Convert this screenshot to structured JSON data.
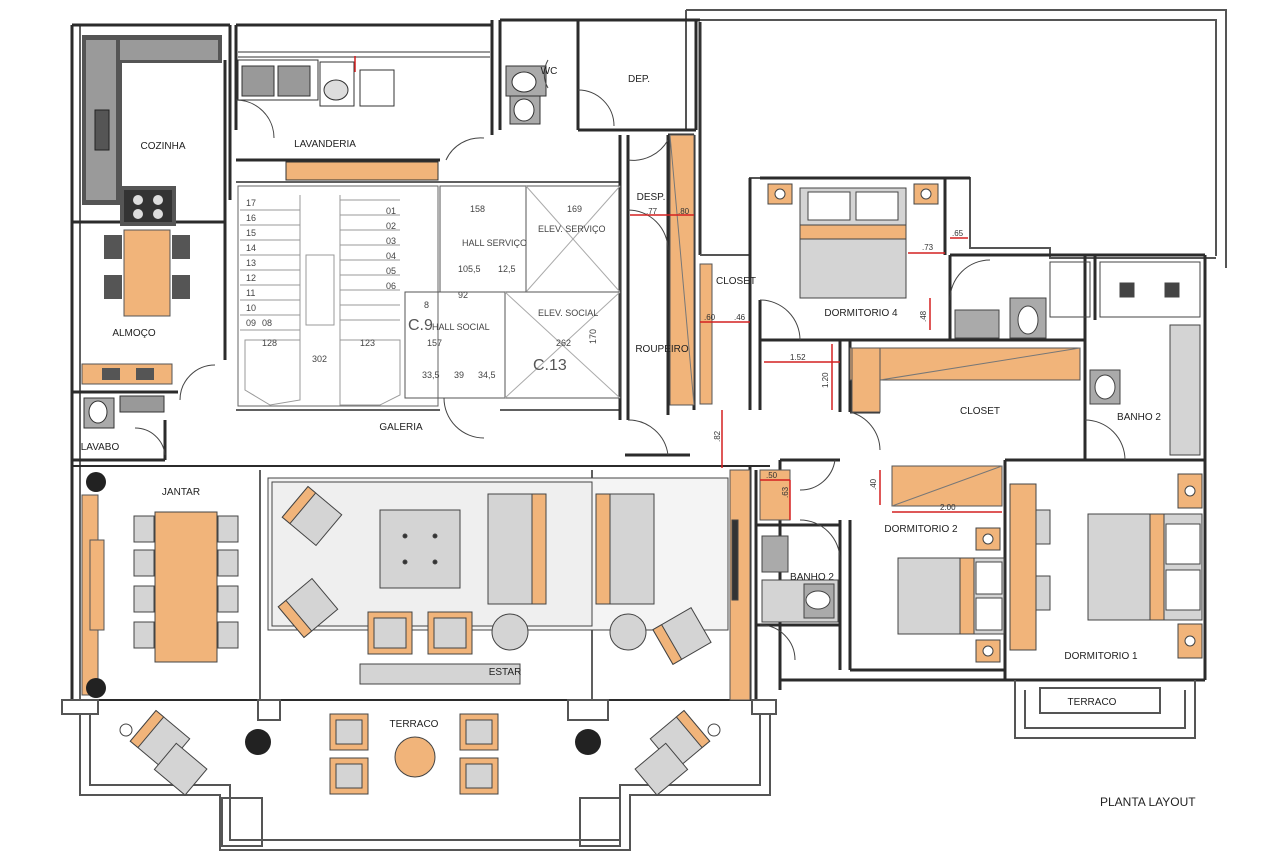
{
  "title": "PLANTA LAYOUT",
  "colors": {
    "wall": "#2b2b2b",
    "wood": "#f1b47a",
    "furniture": "#d4d4d4",
    "outline": "#555555"
  },
  "rooms": {
    "cozinha": "COZINHA",
    "lavanderia": "LAVANDERIA",
    "wc": "WC",
    "dep": "DEP.",
    "almoco": "ALMOÇO",
    "lavabo": "LAVABO",
    "galeria": "GALERIA",
    "desp": "DESP.",
    "roupeiro": "ROUPEIRO",
    "closet_top": "CLOSET",
    "dormitorio4": "DORMITORIO 4",
    "closet_mid": "CLOSET",
    "banho2_right": "BANHO 2",
    "jantar": "JANTAR",
    "estar": "ESTAR",
    "dormitorio2": "DORMITORIO 2",
    "banho2_left": "BANHO 2",
    "dormitorio1": "DORMITORIO 1",
    "terraco_main": "TERRACO",
    "terraco_right": "TERRACO",
    "hall_servico": "HALL SERVIÇO",
    "elev_servico": "ELEV. SERVIÇO",
    "hall_social": "HALL SOCIAL",
    "elev_social": "ELEV. SOCIAL",
    "shaft_c9": "C.9",
    "shaft_c13": "C.13"
  },
  "dimensions": {
    "d77": ".77",
    "d80": ".80",
    "d73": ".73",
    "d65": ".65",
    "d48": ".48",
    "d60": ".60",
    "d46": ".46",
    "d152": "1.52",
    "d120": "1.20",
    "d82": ".82",
    "d50": ".50",
    "d63": ".63",
    "d40": ".40",
    "d200": "2.00"
  },
  "stair_numbers": {
    "n158": "158",
    "n169": "169",
    "n128": "128",
    "n302": "302",
    "n123": "123",
    "n157": "157",
    "n262": "262",
    "n1055": "105,5",
    "n11": "11",
    "n12": "12",
    "n13": "13",
    "n14": "14",
    "n15": "15",
    "n16": "16",
    "n17": "17",
    "n08": "08",
    "n09": "09",
    "n10": "10",
    "n01": "01",
    "n02": "02",
    "n03": "03",
    "n04": "04",
    "n05": "05",
    "n06": "06",
    "n92": "92",
    "n170": "170",
    "n125": "12,5",
    "n335": "33,5",
    "n39": "39",
    "n345": "34,5",
    "n8": "8"
  }
}
